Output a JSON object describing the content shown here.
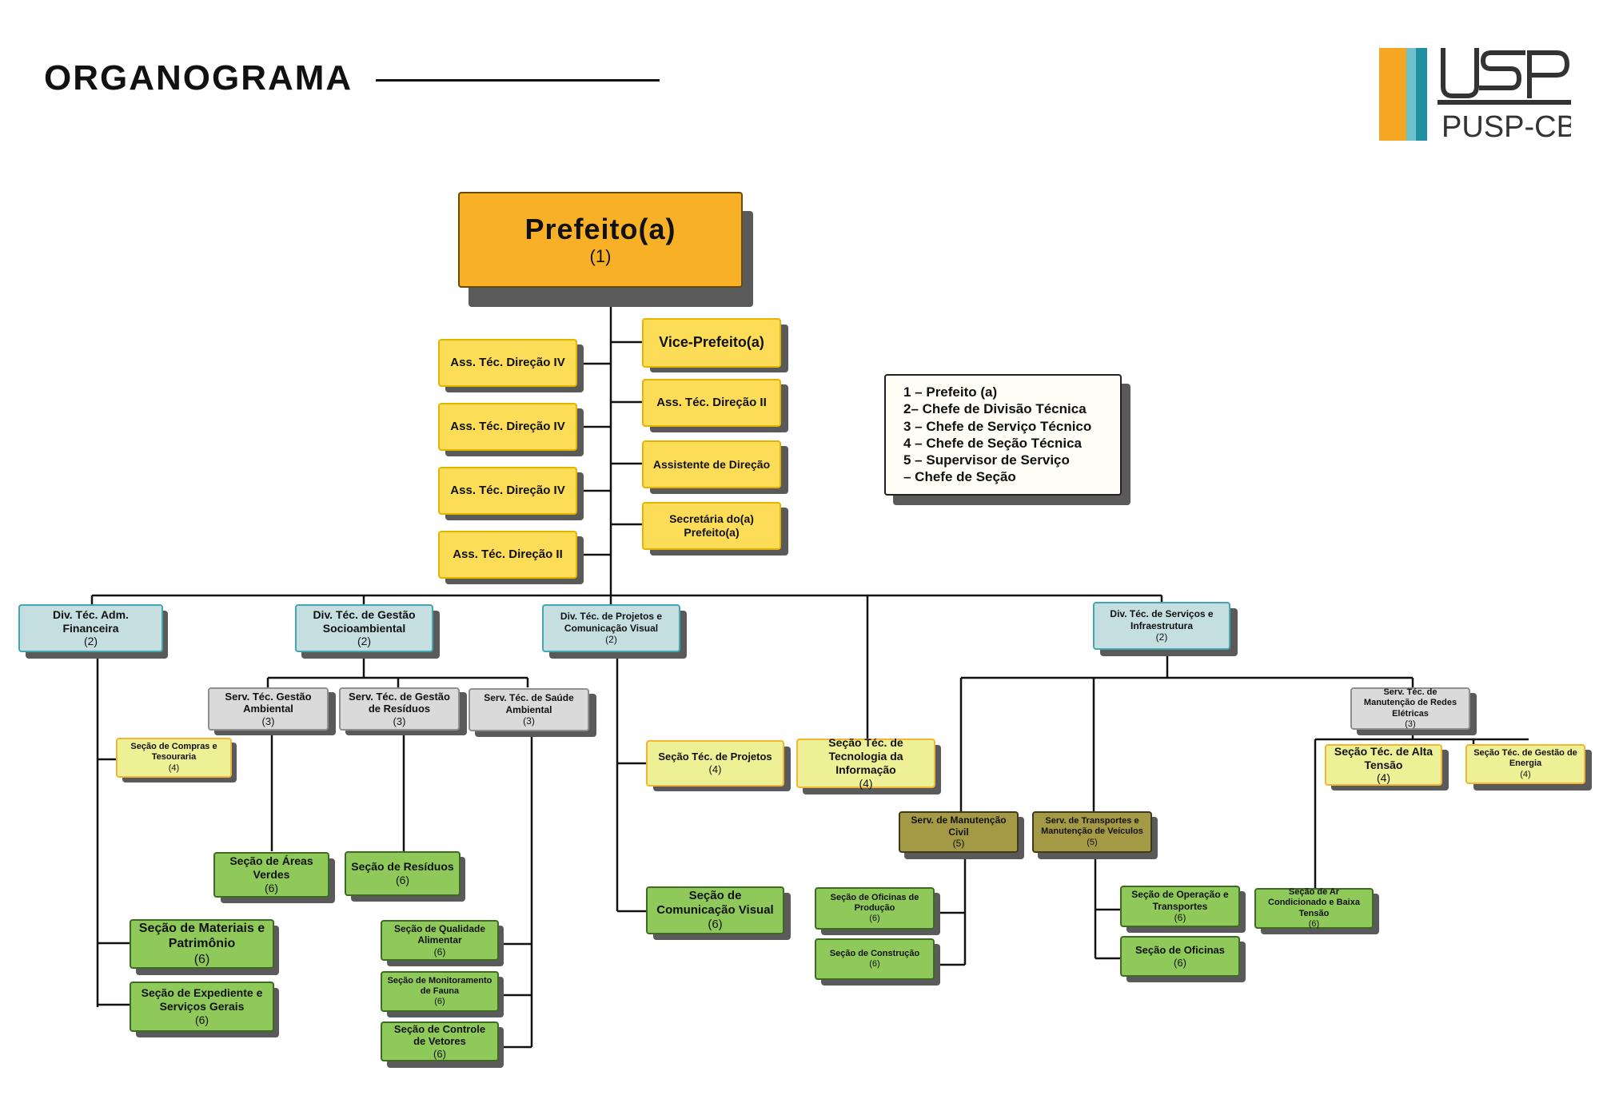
{
  "header": {
    "title": "ORGANOGRAMA",
    "logo_text": "PUSP-CB"
  },
  "legend": {
    "lines": [
      "1 – Prefeito (a)",
      "2– Chefe de Divisão Técnica",
      "3 – Chefe de Serviço Técnico",
      "4 – Chefe de Seção Técnica",
      "5 – Supervisor de Serviço",
      "– Chefe de Seção"
    ]
  },
  "colors": {
    "orange": "#f8b127",
    "yellow": "#fddd58",
    "teal": "#c5dfe0",
    "grey": "#dadada",
    "light_yellow": "#eef095",
    "green": "#8fc95a",
    "olive": "#a49a45",
    "shadow": "#5a5a5a"
  },
  "nodes": {
    "prefeito": {
      "title": "Prefeito(a)",
      "code": "(1)"
    },
    "ass_iv_1": {
      "title": "Ass. Téc. Direção IV"
    },
    "ass_iv_2": {
      "title": "Ass. Téc. Direção IV"
    },
    "ass_iv_3": {
      "title": "Ass. Téc. Direção IV"
    },
    "ass_ii_left": {
      "title": "Ass. Téc. Direção II"
    },
    "vice": {
      "title": "Vice-Prefeito(a)"
    },
    "ass_ii_right": {
      "title": "Ass. Téc. Direção II"
    },
    "assistente": {
      "title": "Assistente de Direção"
    },
    "secretaria": {
      "title": "Secretária do(a) Prefeito(a)"
    },
    "div_adm": {
      "title": "Div. Téc. Adm. Financeira",
      "code": "(2)"
    },
    "div_socio": {
      "title": "Div. Téc. de Gestão Socioambiental",
      "code": "(2)"
    },
    "div_proj": {
      "title": "Div. Téc. de Projetos e Comunicação Visual",
      "code": "(2)"
    },
    "div_infra": {
      "title": "Div. Téc. de Serviços e Infraestrutura",
      "code": "(2)"
    },
    "serv_gestao_amb": {
      "title": "Serv. Téc. Gestão Ambiental",
      "code": "(3)"
    },
    "serv_residuos": {
      "title": "Serv. Téc. de Gestão de Resíduos",
      "code": "(3)"
    },
    "serv_saude": {
      "title": "Serv. Téc. de Saúde Ambiental",
      "code": "(3)"
    },
    "serv_redes": {
      "title": "Serv. Téc. de Manutenção de Redes Elétricas",
      "code": "(3)"
    },
    "sec_compras": {
      "title": "Seção de Compras e Tesouraria",
      "code": "(4)"
    },
    "sec_proj": {
      "title": "Seção Téc. de Projetos",
      "code": "(4)"
    },
    "sec_ti": {
      "title": "Seção Téc. de Tecnologia da Informação",
      "code": "(4)"
    },
    "sec_alta": {
      "title": "Seção Téc. de Alta Tensão",
      "code": "(4)"
    },
    "sec_energia": {
      "title": "Seção Téc. de Gestão de Energia",
      "code": "(4)"
    },
    "serv_civil": {
      "title": "Serv. de Manutenção Civil",
      "code": "(5)"
    },
    "serv_transp": {
      "title": "Serv. de Transportes e Manutenção de Veículos",
      "code": "(5)"
    },
    "sec_areas": {
      "title": "Seção de Áreas Verdes",
      "code": "(6)"
    },
    "sec_res": {
      "title": "Seção de Resíduos",
      "code": "(6)"
    },
    "sec_materiais": {
      "title": "Seção de Materiais e Patrimônio",
      "code": "(6)"
    },
    "sec_expediente": {
      "title": "Seção de Expediente e Serviços Gerais",
      "code": "(6)"
    },
    "sec_qualidade": {
      "title": "Seção de Qualidade Alimentar",
      "code": "(6)"
    },
    "sec_fauna": {
      "title": "Seção de Monitoramento de Fauna",
      "code": "(6)"
    },
    "sec_vetores": {
      "title": "Seção de Controle de Vetores",
      "code": "(6)"
    },
    "sec_comvis": {
      "title": "Seção de Comunicação Visual",
      "code": "(6)"
    },
    "sec_oficinas_prod": {
      "title": "Seção de Oficinas de Produção",
      "code": "(6)"
    },
    "sec_construcao": {
      "title": "Seção de Construção",
      "code": "(6)"
    },
    "sec_operacao": {
      "title": "Seção de Operação e Transportes",
      "code": "(6)"
    },
    "sec_oficinas": {
      "title": "Seção de Oficinas",
      "code": "(6)"
    },
    "sec_ar": {
      "title": "Seção de Ar Condicionado e Baixa Tensão",
      "code": "(6)"
    }
  }
}
